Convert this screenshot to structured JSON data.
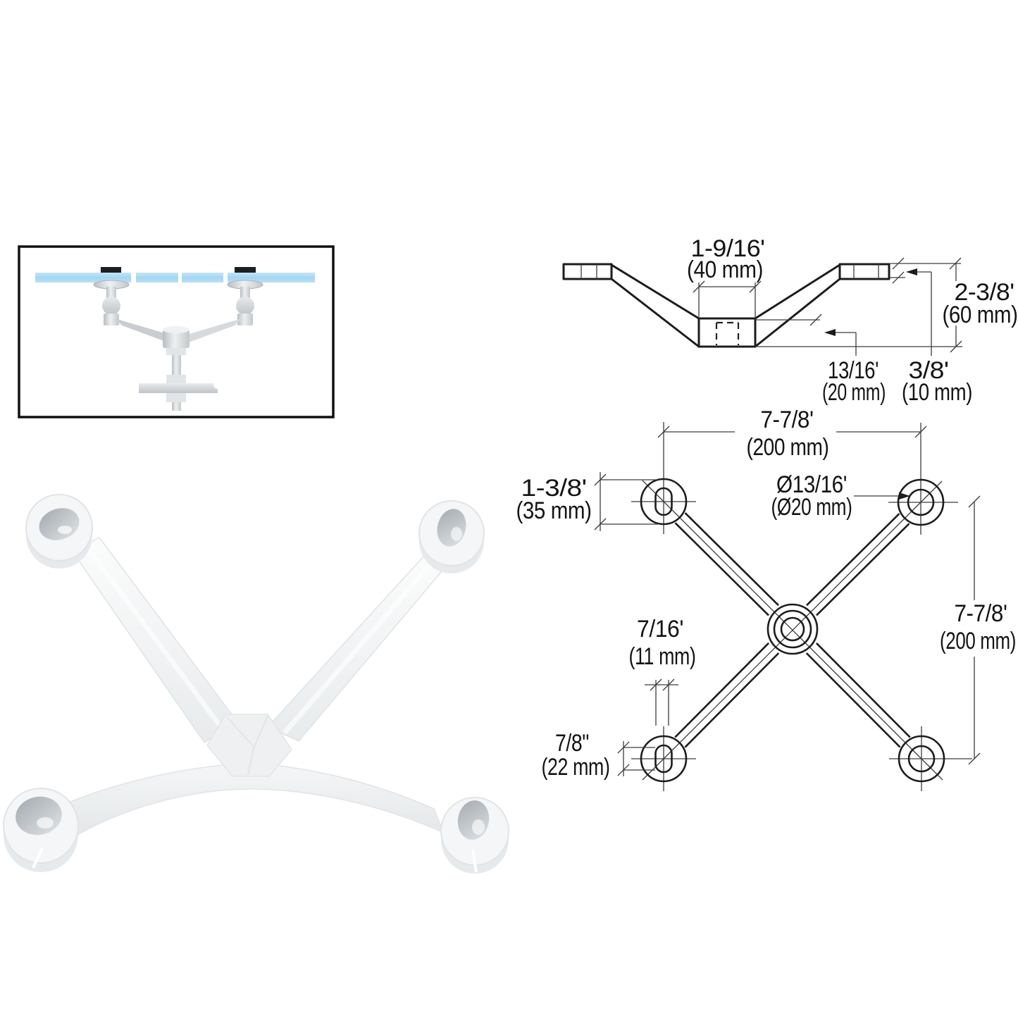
{
  "figure": {
    "subject": "4-arm spider fitting",
    "views": {
      "inset": "glass panels supported by double-arm spider fitting",
      "elevation": "side elevation with dimensions",
      "plan": "front view spider X with dimensions",
      "photo": "white powder-coated 4-arm spider casting"
    }
  },
  "colors": {
    "line_black": "#1c1c1c",
    "glass_blue": "#abd8f2",
    "cap_black": "#1b1f24",
    "metal_gray": "#cdd1d5",
    "product_white": "#f4f6f7",
    "background": "#ffffff"
  },
  "elevation": {
    "width": {
      "inches": "1-9/16'",
      "metric": "(40 mm)"
    },
    "height": {
      "inches": "2-3/8'",
      "metric": "(60 mm)"
    },
    "hub_depth": {
      "inches": "13/16'",
      "metric": "(20 mm)"
    },
    "arm_thickness": {
      "inches": "3/8'",
      "metric": "(10 mm)"
    }
  },
  "plan": {
    "span_top": {
      "inches": "7-7/8'",
      "metric": "(200 mm)"
    },
    "span_right": {
      "inches": "7-7/8'",
      "metric": "(200 mm)"
    },
    "boss_diameter": {
      "inches": "1-3/8'",
      "metric": "(35 mm)"
    },
    "hole_diameter": {
      "inches": "Ø13/16'",
      "metric": "(Ø20 mm)"
    },
    "slot_width": {
      "inches": "7/16'",
      "metric": "(11 mm)"
    },
    "slot_height": {
      "inches": "7/8\"",
      "metric": "(22 mm)"
    }
  }
}
